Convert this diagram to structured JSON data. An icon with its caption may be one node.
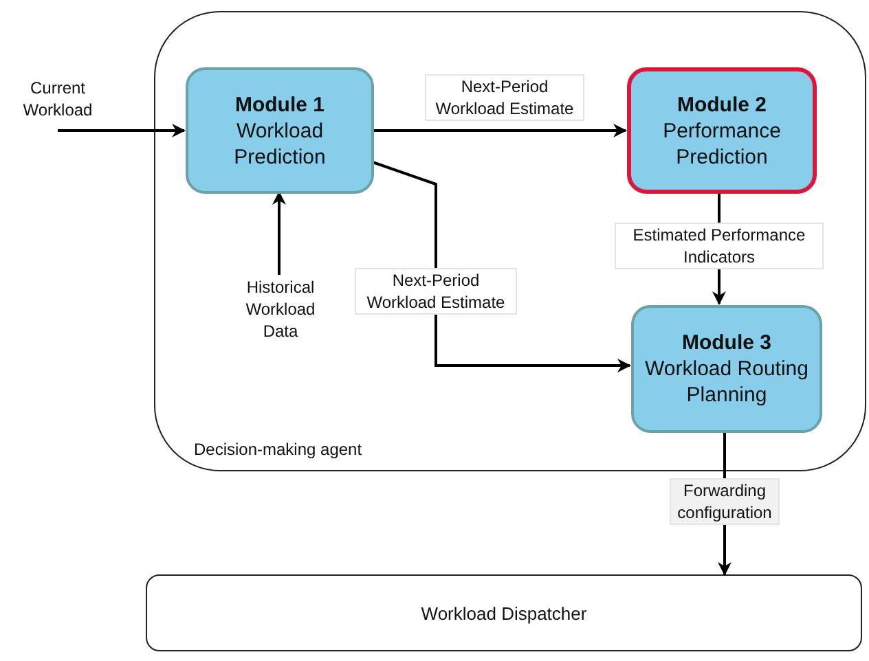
{
  "diagram": {
    "nodes": [
      {
        "text": [
          "Decision-making agent"
        ]
      },
      {
        "text": [
          "Module 1",
          "Workload Prediction"
        ],
        "in": 0
      },
      {
        "text": [
          "Module 2",
          "Performance Prediction"
        ],
        "in": 0
      },
      {
        "text": [
          "Module 3",
          "Workload Routing Planning"
        ],
        "in": 0
      },
      {
        "text": [
          "Current Workload"
        ]
      },
      {
        "text": [
          "Historical Workload Data"
        ],
        "in": 0
      },
      {
        "text": [
          "Workload Dispatcher"
        ]
      }
    ],
    "edges": [
      {
        "from": 4,
        "to": 1,
        "arrow": "to"
      },
      {
        "from": 1,
        "to": 2,
        "arrow": "to",
        "label": "Next-Period Workload Estimate"
      },
      {
        "from": 5,
        "to": 1,
        "arrow": "to"
      },
      {
        "from": 1,
        "to": 3,
        "arrow": "to",
        "label": "Next-Period Workload Estimate"
      },
      {
        "from": 2,
        "to": 3,
        "arrow": "to",
        "label": "Estimated Performance Indicators"
      },
      {
        "from": 3,
        "to": 6,
        "arrow": "to",
        "label": "Forwarding configuration"
      }
    ]
  }
}
